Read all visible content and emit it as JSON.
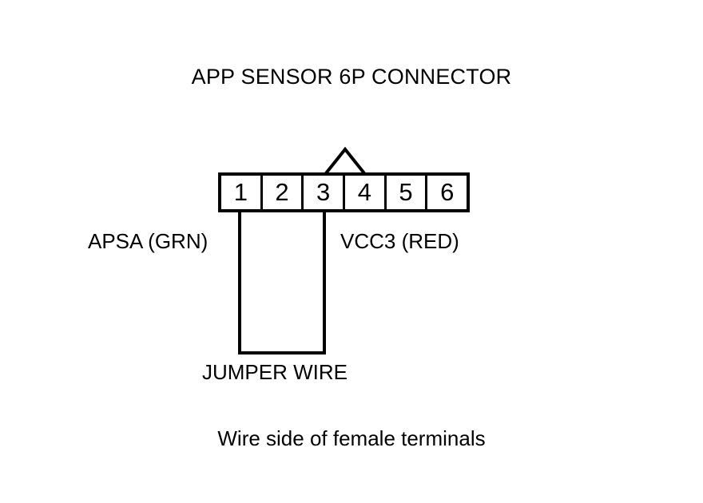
{
  "diagram": {
    "title": "APP SENSOR 6P CONNECTOR",
    "caption": "Wire side of female terminals",
    "connector": {
      "pin_count": 6,
      "pins": [
        {
          "number": "1",
          "signal": "APSA",
          "wire_color": "GRN"
        },
        {
          "number": "2",
          "signal": "",
          "wire_color": ""
        },
        {
          "number": "3",
          "signal": "",
          "wire_color": ""
        },
        {
          "number": "4",
          "signal": "",
          "wire_color": ""
        },
        {
          "number": "5",
          "signal": "",
          "wire_color": ""
        },
        {
          "number": "6",
          "signal": "VCC3",
          "wire_color": "RED"
        }
      ],
      "keyway": "triangular-notch-above-pin-3-4"
    },
    "labels": {
      "left_wire": "APSA (GRN)",
      "right_wire": "VCC3 (RED)",
      "jumper": "JUMPER WIRE"
    },
    "jumper_connection": {
      "from_pin": "1",
      "to_pin": "3"
    },
    "colors": {
      "line": "#000000",
      "background": "#ffffff"
    }
  }
}
